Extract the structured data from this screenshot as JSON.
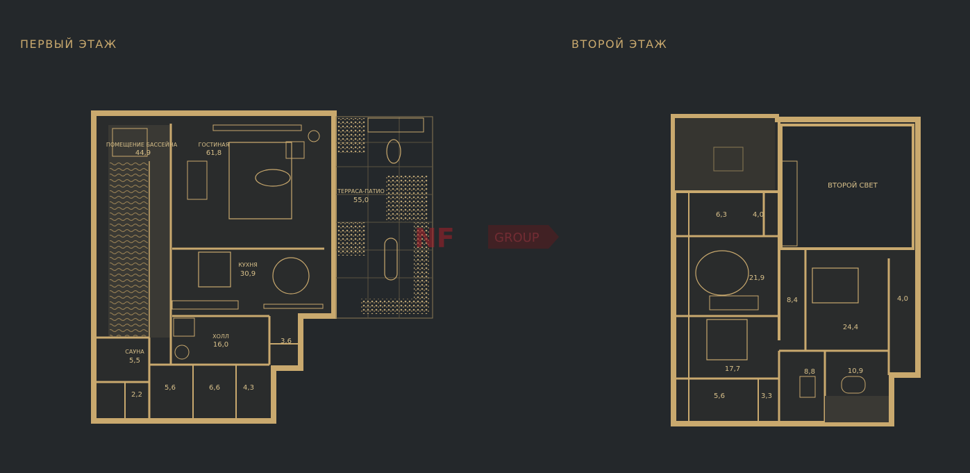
{
  "floors": {
    "first": {
      "title": "ПЕРВЫЙ ЭТАЖ"
    },
    "second": {
      "title": "ВТОРОЙ ЭТАЖ"
    }
  },
  "rooms_first": {
    "pool": {
      "name": "ПОМЕЩЕНИЕ БАССЕЙНА",
      "area": "44,9"
    },
    "living": {
      "name": "ГОСТИНАЯ",
      "area": "61,8"
    },
    "terrace": {
      "name": "ТЕРРАСА-ПАТИО",
      "area": "55,0"
    },
    "kitchen": {
      "name": "КУХНЯ",
      "area": "30,9"
    },
    "hall": {
      "name": "ХОЛЛ",
      "area": "16,0"
    },
    "sauna": {
      "name": "САУНА",
      "area": "5,5"
    },
    "r36": "3,6",
    "r22": "2,2",
    "r56": "5,6",
    "r66": "6,6",
    "r43": "4,3"
  },
  "rooms_second": {
    "second_light": "ВТОРОЙ СВЕТ",
    "r63": "6,3",
    "r40a": "4,0",
    "r219": "21,9",
    "r84": "8,4",
    "r244": "24,4",
    "r40b": "4,0",
    "r177": "17,7",
    "r88": "8,8",
    "r109": "10,9",
    "r56": "5,6",
    "r33": "3,3"
  },
  "watermark": {
    "mark": "NF",
    "word": "GROUP"
  },
  "colors": {
    "background": "#24282b",
    "wall": "#c9a96e",
    "fill": "#3a3a36",
    "text": "#d8c08a"
  }
}
